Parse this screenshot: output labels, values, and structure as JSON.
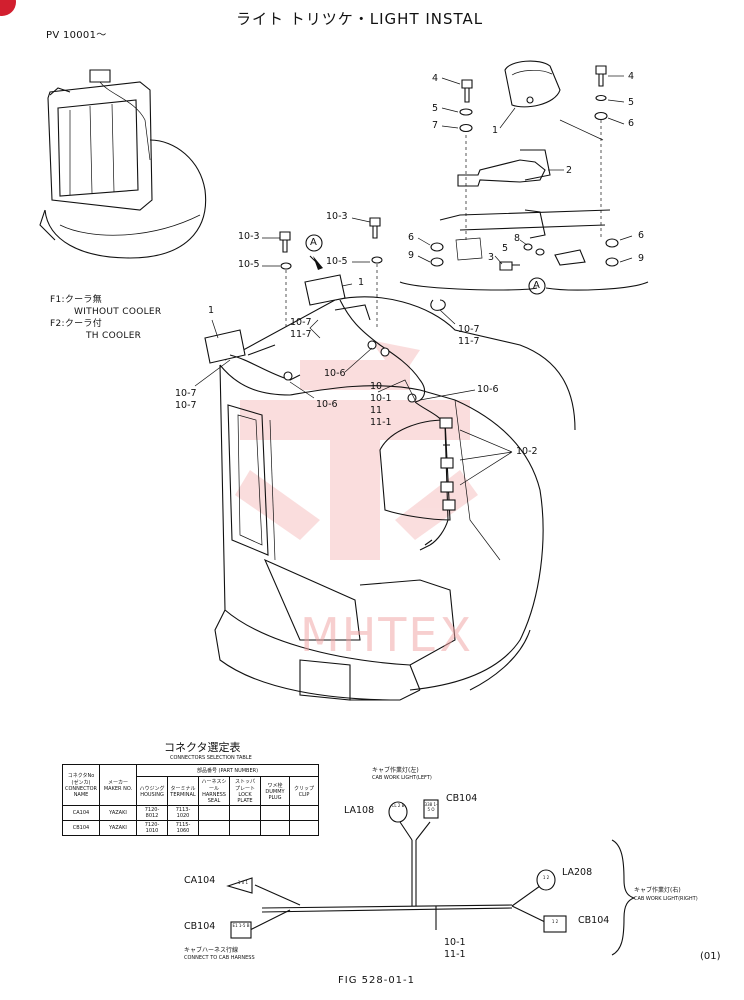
{
  "title": "ライト トリツケ・LIGHT INSTAL",
  "serial": "PV 10001〜",
  "variants": {
    "f1_jp": "F1:クーラ無",
    "f1_en": "WITHOUT COOLER",
    "f2_jp": "F2:クーラ付",
    "f2_en": "TH COOLER"
  },
  "detail_marker": "A",
  "callouts": {
    "c4l": "4",
    "c5l": "5",
    "c7l": "7",
    "c1top": "1",
    "c4r": "4",
    "c5r": "5",
    "c6r": "6",
    "c2": "2",
    "c6l": "6",
    "c9l": "9",
    "c8": "8",
    "c5m": "5",
    "c3": "3",
    "c6rb": "6",
    "c9r": "9",
    "c10_3a": "10-3",
    "c10_5a": "10-5",
    "c10_3b": "10-3",
    "c10_5b": "10-5",
    "c1b": "1",
    "c1c": "1",
    "c10_7a": "10-7",
    "c11_7a": "11-7",
    "c10_7b": "10-7",
    "c11_7b": "11-7",
    "c10_7c": "10-7",
    "c10_7d": "10-7",
    "c10_6a": "10-6",
    "c10_6b": "10-6",
    "c10_6c": "10-6",
    "c10": "10",
    "c10_1": "10-1",
    "c11": "11",
    "c11_1": "11-1",
    "c10_2": "10-2"
  },
  "watermark": "MHTEX",
  "connector_table": {
    "title_jp": "コネクタ選定表",
    "title_en": "CONNECTORS SELECTION TABLE",
    "headers": [
      "コネクタNo (ゼンカ) CONNECTOR NAME",
      "メーカー MAKER NO.",
      "ハウジング HOUSING",
      "ターミナル TERMINAL",
      "ハーネスシール HARNESS SEAL",
      "ストッパ プレート LOCK PLATE",
      "ワメ栓 DUMMY PLUG",
      "クリップ CLIP"
    ],
    "group_label": "部品番号 (PART NUMBER)",
    "rows": [
      [
        "CA104",
        "YAZAKI",
        "7120-8012",
        "7113-1020",
        "",
        "",
        "",
        ""
      ],
      [
        "CB104",
        "YAZAKI",
        "7120-1010",
        "7115-1060",
        "",
        "",
        "",
        ""
      ]
    ]
  },
  "harness": {
    "cab_left_jp": "キャブ作業灯(左)",
    "cab_left_en": "CAB WORK LIGHT(LEFT)",
    "la108": "LA108",
    "cb104_top": "CB104",
    "la208": "LA208",
    "cb104_right": "CB104",
    "ca104": "CA104",
    "cb104_left": "CB104",
    "cab_right_jp": "キャブ作業灯(右)",
    "cab_right_en": "CAB WORK LIGHT(RIGHT)",
    "conn_harness_jp": "キャブハーネス行線",
    "conn_harness_en": "CONNECT TO CAB HARNESS",
    "c10_1": "10-1",
    "c11_1": "11-1",
    "conn_la108": "CL 2 B",
    "conn_cb104_top": "338 1-5 O",
    "conn_ca104": "1 0 1",
    "conn_cb104_left": "E1 1-5 B",
    "conn_la208": "1 2",
    "conn_cb104_right": "1 2"
  },
  "page_mark": "(01)",
  "figure": "FIG 528-01-1"
}
